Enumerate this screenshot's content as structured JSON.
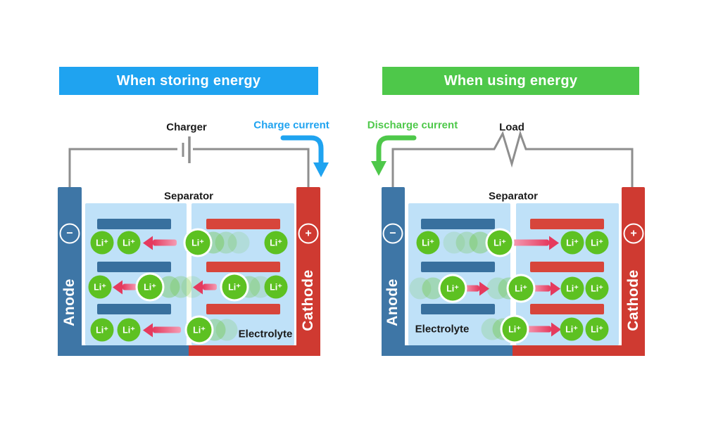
{
  "colors": {
    "header_blue": "#1fa3f0",
    "header_green": "#4ec84a",
    "anode_blue": "#3e76a6",
    "bar_blue": "#38709e",
    "cathode_red": "#cf3a31",
    "bar_red": "#d7453b",
    "electrolyte_blue": "#bfe1f8",
    "ion_green": "#5dc122",
    "arrow_head": "#e53a5e",
    "arrow_tail": "#f49cb4",
    "wire_gray": "#8e8e8e",
    "charge_blue": "#1fa3f0",
    "discharge_green": "#4ec84a"
  },
  "ions": {
    "label": "Li⁺"
  },
  "panels": {
    "storing": {
      "header": "When storing energy",
      "component_label": "Charger",
      "current_label": "Charge current",
      "separator_label": "Separator",
      "electrolyte_label": "Electrolyte",
      "anode_label": "Anode",
      "cathode_label": "Cathode",
      "anode_sign": "−",
      "cathode_sign": "+",
      "arrow_direction": "left"
    },
    "using": {
      "header": "When using energy",
      "component_label": "Load",
      "current_label": "Discharge current",
      "separator_label": "Separator",
      "electrolyte_label": "Electrolyte",
      "anode_label": "Anode",
      "cathode_label": "Cathode",
      "anode_sign": "−",
      "cathode_sign": "+",
      "arrow_direction": "right"
    }
  }
}
